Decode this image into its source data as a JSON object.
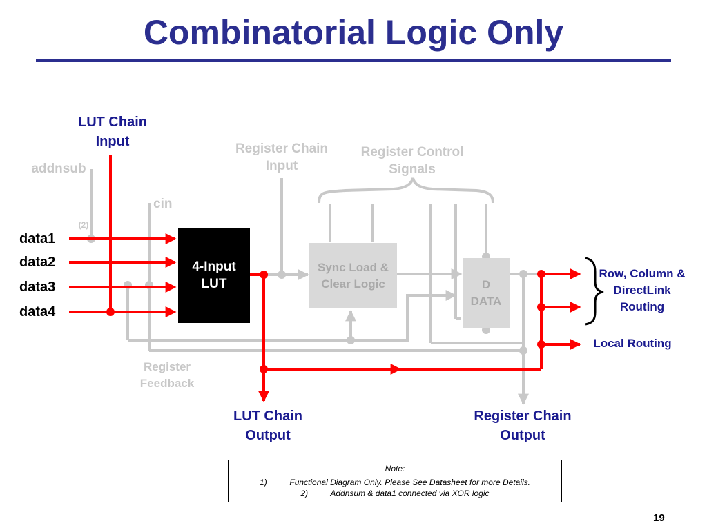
{
  "slide": {
    "title": "Combinatorial Logic Only",
    "page_number": "19"
  },
  "labels": {
    "lut_chain_input": "LUT Chain Input",
    "addnsub": "addnsub",
    "cin": "cin",
    "two": "(2)",
    "register_chain_input": "Register Chain Input",
    "register_control_signals": "Register Control Signals",
    "data1": "data1",
    "data2": "data2",
    "data3": "data3",
    "data4": "data4",
    "row_column_routing": "Row, Column & DirectLink Routing",
    "local_routing": "Local Routing",
    "register_feedback": "Register Feedback",
    "lut_chain_output": "LUT Chain Output",
    "register_chain_output": "Register Chain Output"
  },
  "blocks": {
    "lut": "4-Input LUT",
    "sync_load": "Sync Load & Clear Logic",
    "dff_d": "D",
    "dff_data": "DATA"
  },
  "note": {
    "heading": "Note:",
    "item1_num": "1)",
    "item1": "Functional Diagram Only.  Please See Datasheet for more Details.",
    "item2_num": "2)",
    "item2": "Addnsum & data1 connected via XOR logic"
  },
  "colors": {
    "title": "#2b2e8f",
    "active": "#ff0000",
    "inactive": "#c8c8c8",
    "label_blue": "#1a1a8f"
  }
}
